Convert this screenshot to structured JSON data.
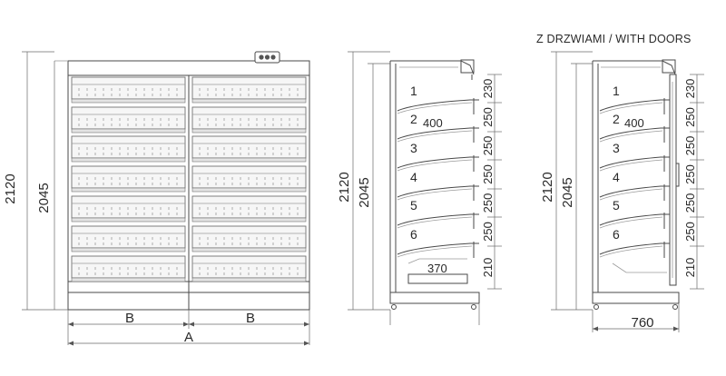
{
  "header": {
    "with_doors": "Z DRZWIAMI / WITH DOORS"
  },
  "front_view": {
    "height_total": "2120",
    "height_body": "2045",
    "width_module": "B",
    "width_total": "A"
  },
  "side_view": {
    "height_total": "2120",
    "height_body": "2045",
    "shelf_depth": "400",
    "bottom_depth": "370",
    "shelf_numbers": [
      "1",
      "2",
      "3",
      "4",
      "5",
      "6"
    ],
    "shelf_spacings": [
      "230",
      "250",
      "250",
      "250",
      "250",
      "250",
      "210"
    ]
  },
  "side_view_doors": {
    "height_total": "2120",
    "height_body": "2045",
    "shelf_depth": "400",
    "depth_total": "760",
    "shelf_numbers": [
      "1",
      "2",
      "3",
      "4",
      "5",
      "6"
    ],
    "shelf_spacings": [
      "230",
      "250",
      "250",
      "250",
      "250",
      "250",
      "210"
    ]
  }
}
